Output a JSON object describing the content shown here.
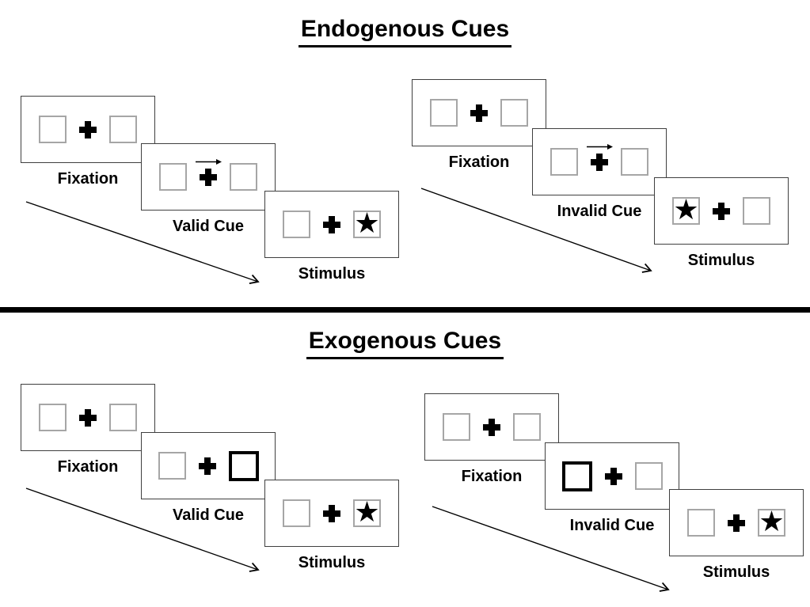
{
  "colors": {
    "background": "#ffffff",
    "panel_border": "#3f3f3f",
    "box_border": "#a6a6a6",
    "ink": "#000000"
  },
  "symbols": {
    "star": "★"
  },
  "sections": [
    {
      "title": "Endogenous Cues",
      "sequences": [
        {
          "name": "valid",
          "panels": [
            {
              "type": "fixation",
              "label": "Fixation"
            },
            {
              "type": "endogenous-cue",
              "label": "Valid Cue",
              "cue_direction": "right"
            },
            {
              "type": "stimulus",
              "label": "Stimulus",
              "star_side": "right"
            }
          ]
        },
        {
          "name": "invalid",
          "panels": [
            {
              "type": "fixation",
              "label": "Fixation"
            },
            {
              "type": "endogenous-cue",
              "label": "Invalid Cue",
              "cue_direction": "right"
            },
            {
              "type": "stimulus",
              "label": "Stimulus",
              "star_side": "left"
            }
          ]
        }
      ]
    },
    {
      "title": "Exogenous Cues",
      "sequences": [
        {
          "name": "valid",
          "panels": [
            {
              "type": "fixation",
              "label": "Fixation"
            },
            {
              "type": "exogenous-cue",
              "label": "Valid Cue",
              "highlight_side": "right"
            },
            {
              "type": "stimulus",
              "label": "Stimulus",
              "star_side": "right"
            }
          ]
        },
        {
          "name": "invalid",
          "panels": [
            {
              "type": "fixation",
              "label": "Fixation"
            },
            {
              "type": "exogenous-cue",
              "label": "Invalid Cue",
              "highlight_side": "left"
            },
            {
              "type": "stimulus",
              "label": "Stimulus",
              "star_side": "right"
            }
          ]
        }
      ]
    }
  ]
}
